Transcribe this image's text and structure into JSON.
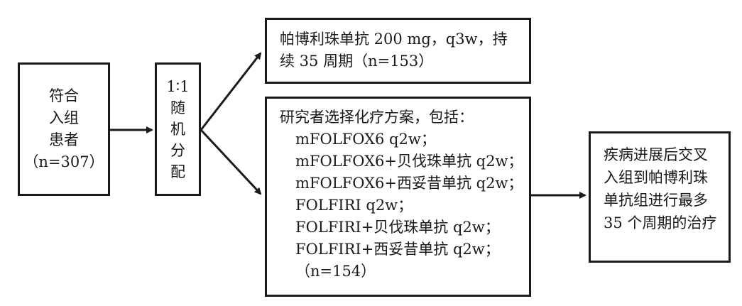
{
  "enroll": {
    "lines": [
      "符合",
      "入组",
      "患者",
      "（n=307）"
    ]
  },
  "randomize": {
    "lines": [
      "1∶1",
      "随",
      "机",
      "分",
      "配"
    ]
  },
  "pembrolizumab_arm": {
    "text": "帕博利珠单抗 200 mg，q3w，持续 35 周期（n=153）"
  },
  "chemo_arm": {
    "heading": "研究者选择化疗方案，包括：",
    "options": [
      "mFOLFOX6 q2w；",
      "mFOLFOX6+贝伐珠单抗 q2w；",
      "mFOLFOX6+西妥昔单抗 q2w；",
      "FOLFIRI q2w；",
      "FOLFIRI+贝伐珠单抗 q2w；",
      "FOLFIRI+西妥昔单抗 q2w；"
    ],
    "count": "（n=154）"
  },
  "crossover": {
    "text": "疾病进展后交叉入组到帕博利珠单抗组进行最多 35 个周期的治疗"
  }
}
